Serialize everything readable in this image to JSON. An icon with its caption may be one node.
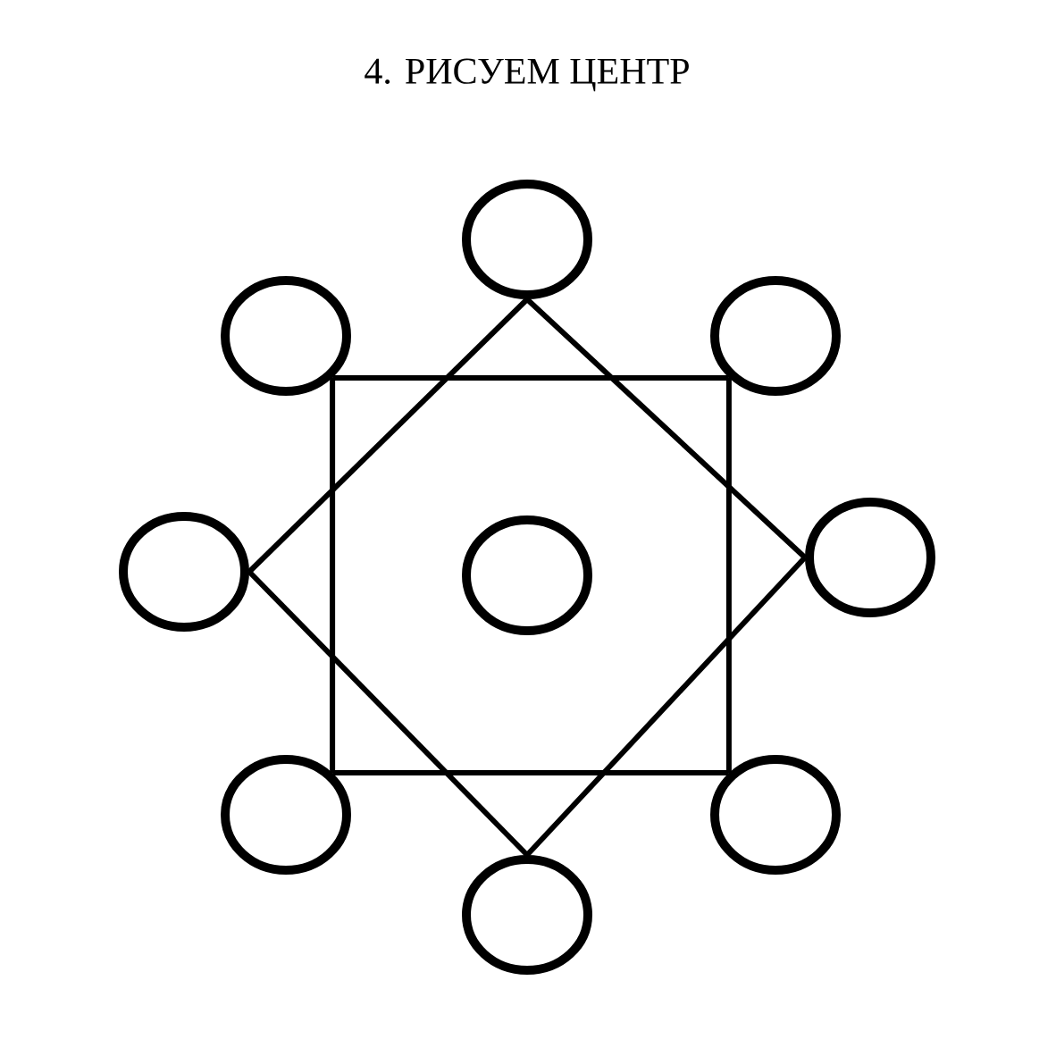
{
  "diagram": {
    "title": "4. РИСУЕМ ЦЕНТР",
    "nodes": [
      {
        "text": [],
        "shape": "circle"
      },
      {
        "text": [],
        "shape": "circle"
      },
      {
        "text": [],
        "shape": "circle"
      },
      {
        "text": [],
        "shape": "circle"
      },
      {
        "text": [],
        "shape": "circle"
      },
      {
        "text": [],
        "shape": "circle"
      },
      {
        "text": [],
        "shape": "circle"
      },
      {
        "text": [],
        "shape": "circle"
      },
      {
        "text": [],
        "shape": "circle"
      }
    ],
    "edges": [
      {
        "from": 1,
        "to": 2,
        "arrow": "none"
      },
      {
        "from": 2,
        "to": 7,
        "arrow": "none"
      },
      {
        "from": 7,
        "to": 6,
        "arrow": "none"
      },
      {
        "from": 6,
        "to": 1,
        "arrow": "none"
      },
      {
        "from": 0,
        "to": 5,
        "arrow": "none"
      },
      {
        "from": 5,
        "to": 8,
        "arrow": "none"
      },
      {
        "from": 8,
        "to": 3,
        "arrow": "none"
      },
      {
        "from": 3,
        "to": 0,
        "arrow": "none"
      }
    ]
  }
}
